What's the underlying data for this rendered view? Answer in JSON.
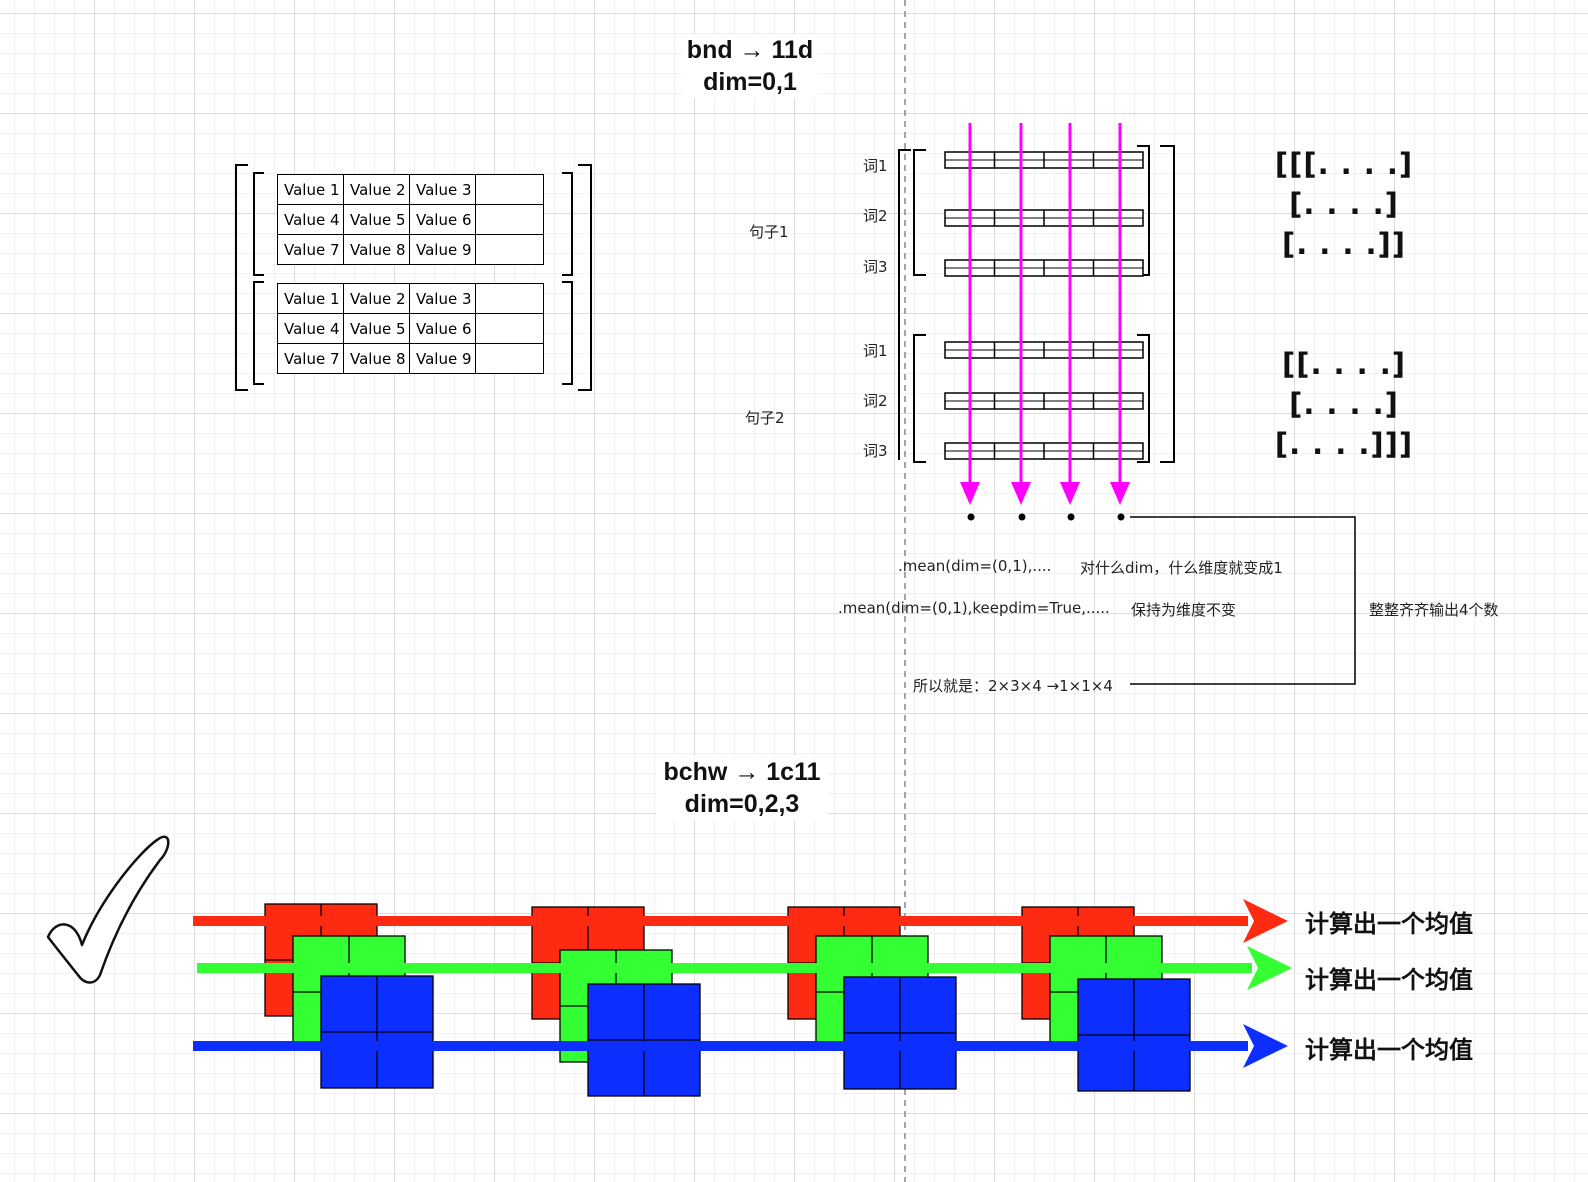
{
  "section1": {
    "title_line1": "bnd → 11d",
    "title_line2": "dim=0,1",
    "table_top": [
      [
        "Value 1",
        "Value 2",
        "Value 3",
        ""
      ],
      [
        "Value 4",
        "Value 5",
        "Value 6",
        ""
      ],
      [
        "Value 7",
        "Value 8",
        "Value 9",
        ""
      ]
    ],
    "table_bottom": [
      [
        "Value 1",
        "Value 2",
        "Value 3",
        ""
      ],
      [
        "Value 4",
        "Value 5",
        "Value 6",
        ""
      ],
      [
        "Value 7",
        "Value 8",
        "Value 9",
        ""
      ]
    ],
    "sentence1": "句子1",
    "sentence2": "句子2",
    "word1": "词1",
    "word2": "词2",
    "word3": "词3",
    "matrix_top": [
      "[[[. . . .]",
      "[. . . .]",
      "[. . . .]]"
    ],
    "matrix_bottom": [
      "[[. . . .]",
      "[. . . .]",
      "[. . . .]]]"
    ],
    "note_mean": ".mean(dim=(0,1),....",
    "note_mean_desc": "对什么dim，什么维度就变成1",
    "note_keepdim": ".mean(dim=(0,1),keepdim=True,.....",
    "note_keepdim_desc": "保持为维度不变",
    "note_output": "整整齐齐输出4个数",
    "note_result": "所以就是：2×3×4 →1×1×4",
    "arrow_color": "#ff00ff"
  },
  "section2": {
    "title_line1": "bchw → 1c11",
    "title_line2": "dim=0,2,3",
    "mean_red": "计算出一个均值",
    "mean_green": "计算出一个均值",
    "mean_blue": "计算出一个均值",
    "colors": {
      "red": "#ff2a12",
      "green": "#33ff33",
      "blue": "#0c2eff"
    }
  }
}
